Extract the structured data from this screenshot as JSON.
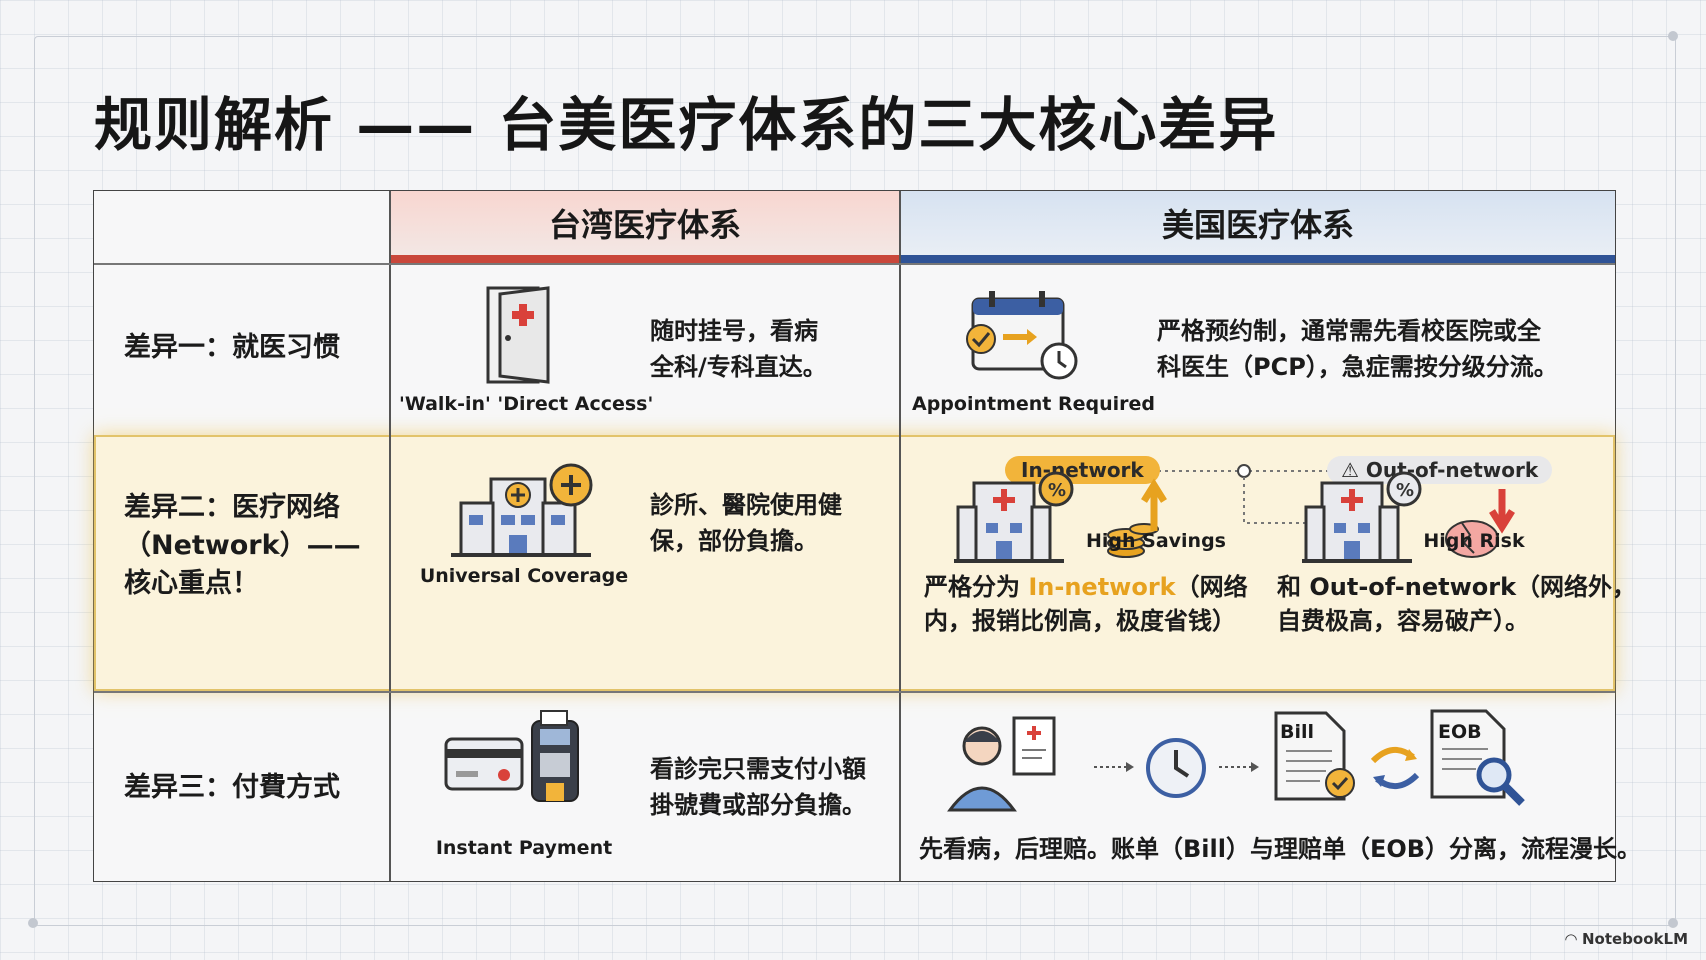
{
  "title": "规则解析 —— 台美医疗体系的三大核心差异",
  "columns": {
    "taiwan": "台湾医疗体系",
    "usa": "美国医疗体系"
  },
  "rows": [
    {
      "label": "差异一：就医习惯",
      "taiwan": {
        "caption": "'Walk-in' 'Direct Access'",
        "text_lines": [
          "随时挂号，看病",
          "全科/专科直达。"
        ]
      },
      "usa": {
        "caption": "Appointment Required",
        "text_lines": [
          "严格预约制，通常需先看校医院或全",
          "科医生（PCP），急症需按分级分流。"
        ]
      }
    },
    {
      "label_lines": [
        "差异二：医疗网络",
        "（Network）——",
        "核心重点！"
      ],
      "taiwan": {
        "caption": "Universal Coverage",
        "text_lines": [
          "診所、醫院使用健",
          "保，部份負擔。"
        ]
      },
      "usa": {
        "in_pill": "In-network",
        "out_pill": "Out-of-network",
        "savings": "High Savings",
        "risk": "High Risk",
        "in_text_pre": "严格分为 ",
        "in_text_accent": "In-network",
        "in_text_post": "（网络",
        "in_text_line2": "内，报销比例高，极度省钱）",
        "out_text_line1": "和 Out-of-network（网络外，",
        "out_text_line2": "自费极高，容易破产）。"
      }
    },
    {
      "label": "差异三：付費方式",
      "taiwan": {
        "caption": "Instant Payment",
        "text_lines": [
          "看診完只需支付小額",
          "掛號費或部分負擔。"
        ]
      },
      "usa": {
        "bill": "Bill",
        "eob": "EOB",
        "text": "先看病，后理赔。账单（Bill）与理赔单（EOB）分离，流程漫长。"
      }
    }
  ],
  "brand": "NotebookLM",
  "colors": {
    "taiwan_accent": "#c9473b",
    "usa_accent": "#2f5396",
    "highlight": "#f2b43a"
  }
}
